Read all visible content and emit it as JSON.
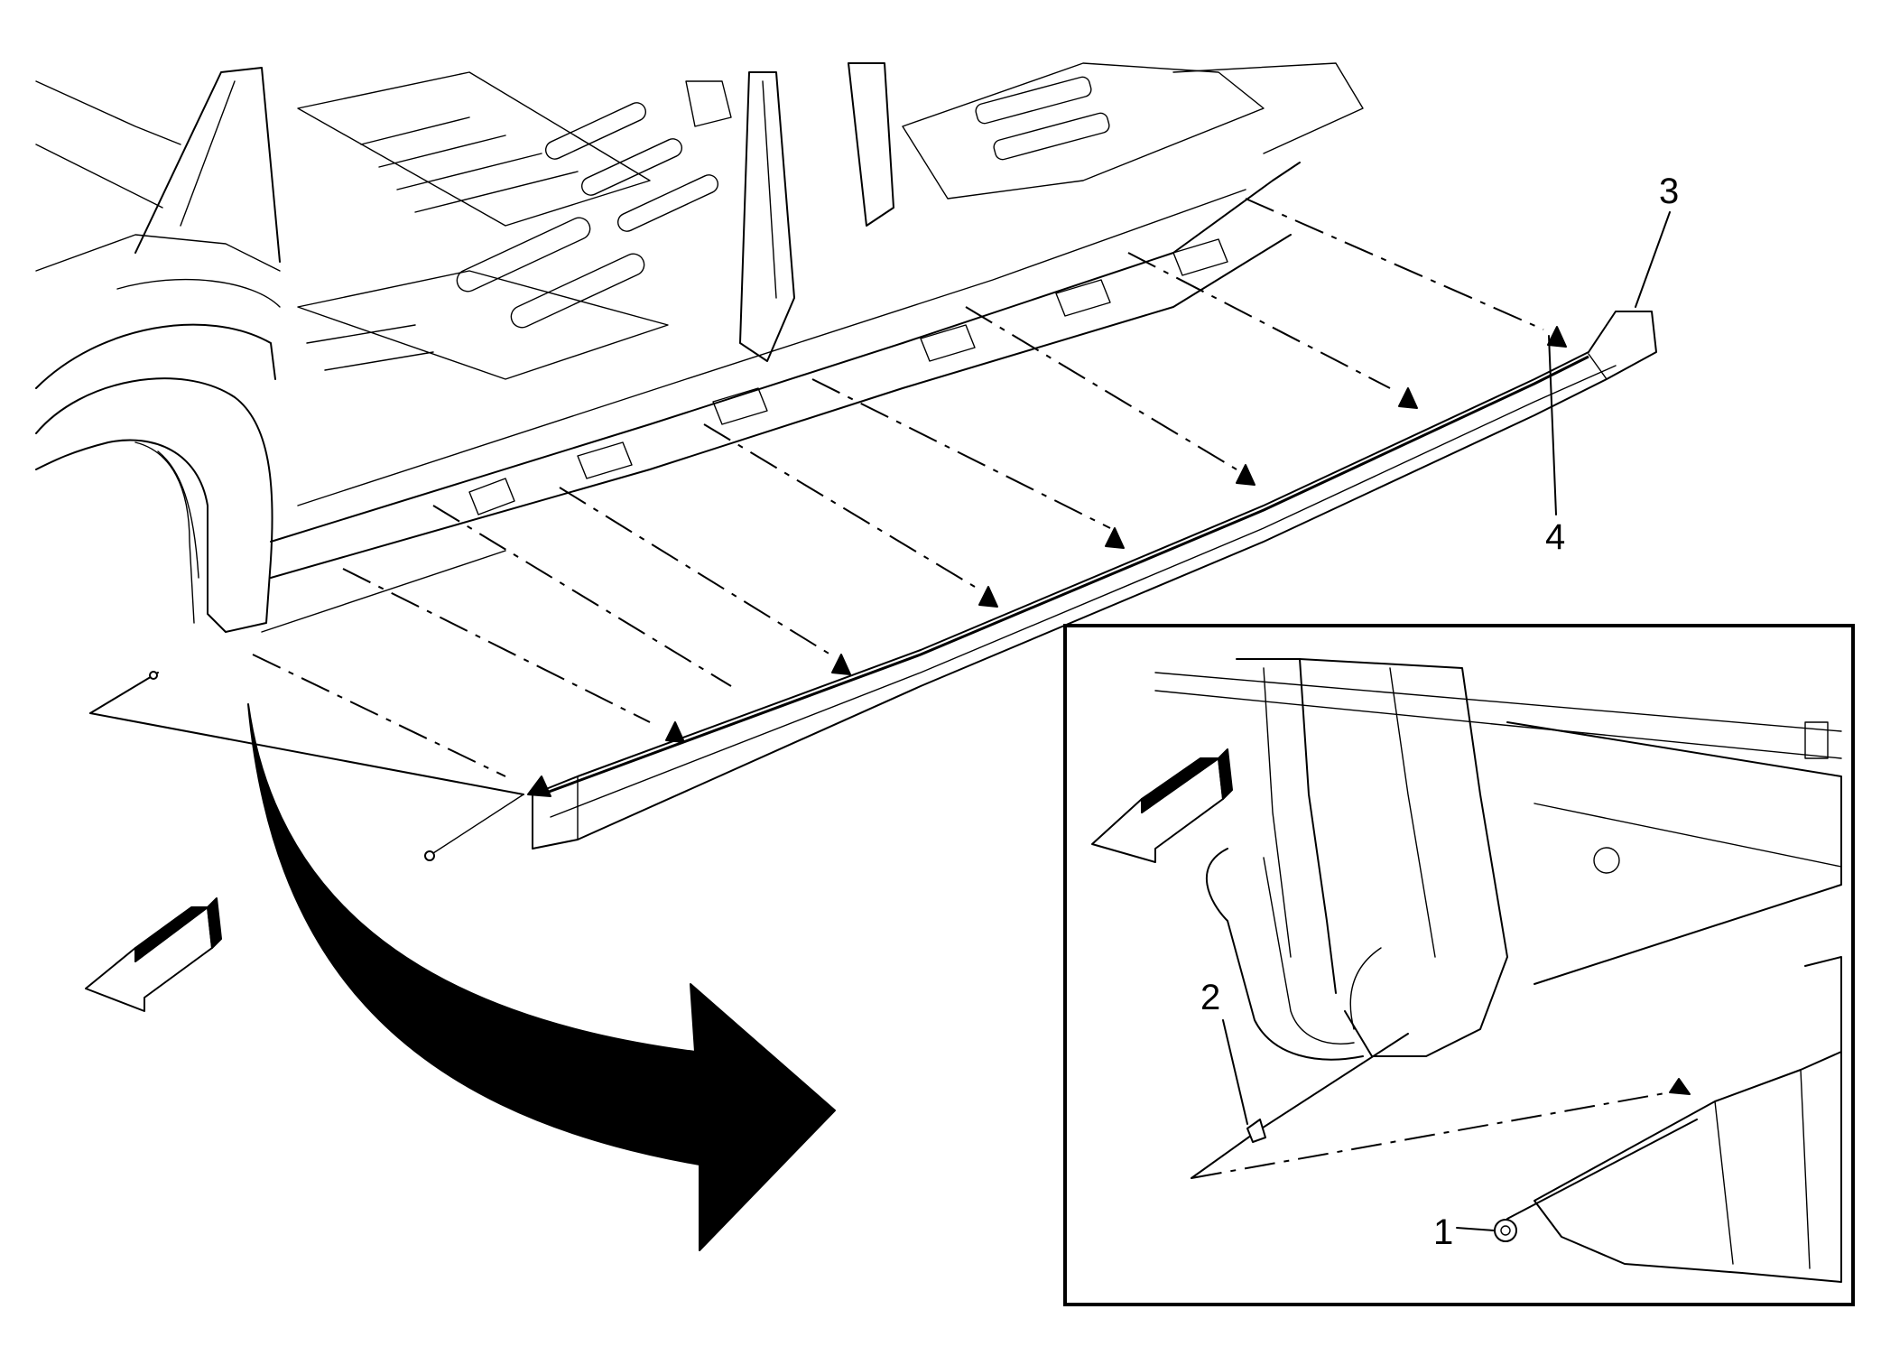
{
  "callouts": {
    "c1": "1",
    "c2": "2",
    "c3": "3",
    "c4": "4"
  },
  "icons": {
    "main_arrow": "curved-arrow-icon",
    "front_direction": "direction-arrow-icon"
  },
  "colors": {
    "line": "#000000",
    "background": "#ffffff"
  }
}
